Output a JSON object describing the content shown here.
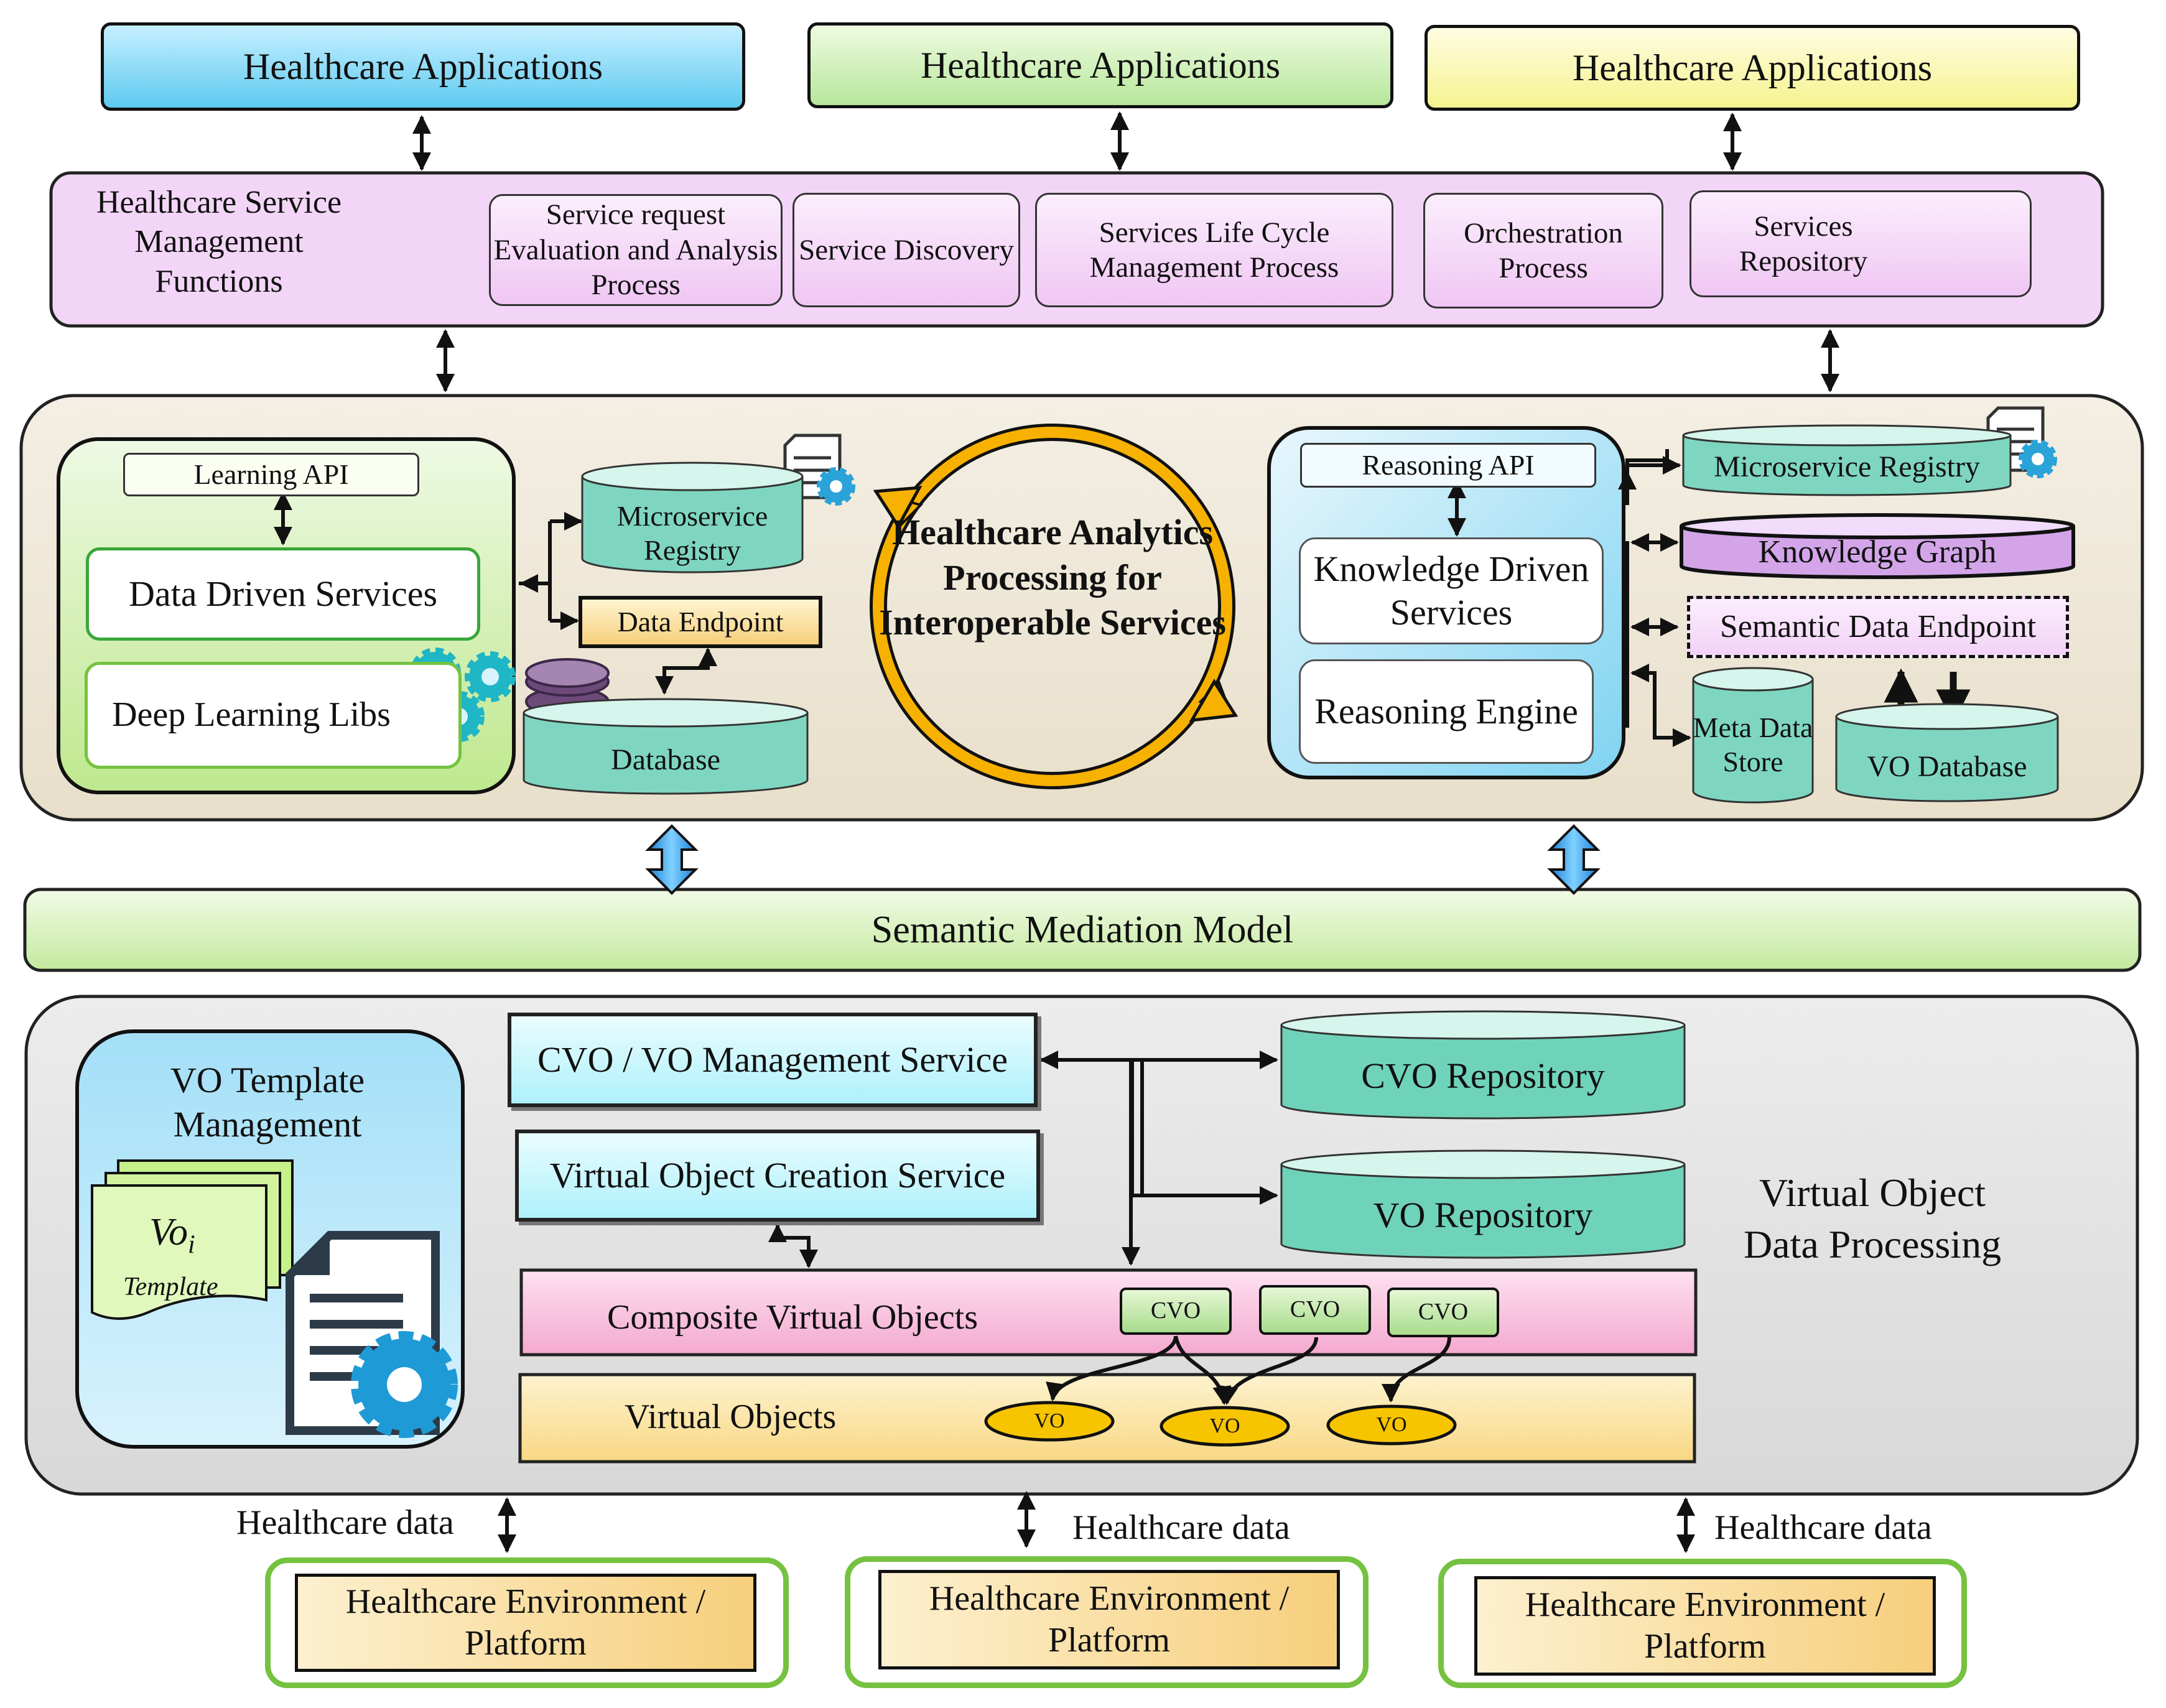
{
  "apps": [
    {
      "label": "Healthcare Applications",
      "color": "#5ecaf0"
    },
    {
      "label": "Healthcare Applications",
      "color": "#b7e79b"
    },
    {
      "label": "Healthcare Applications",
      "color": "#f5f38e"
    }
  ],
  "management": {
    "title": "Healthcare Service Management Functions",
    "modules": [
      "Service request Evaluation and Analysis Process",
      "Service Discovery",
      "Services Life Cycle Management Process",
      "Orchestration Process",
      "Services Repository"
    ]
  },
  "analytics": {
    "learning_api": "Learning API",
    "data_driven": "Data Driven Services",
    "dl_libs": "Deep Learning Libs",
    "ms_registry": "Microservice Registry",
    "data_endpoint": "Data Endpoint",
    "database": "Database",
    "center_title": "Healthcare Analytics Processing for Interoperable Services",
    "reasoning_api": "Reasoning API",
    "knowledge_driven": "Knowledge Driven Services",
    "reasoning_engine": "Reasoning Engine",
    "ms_registry_right": "Microservice Registry",
    "knowledge_graph": "Knowledge Graph",
    "semantic_endpoint": "Semantic Data Endpoint",
    "meta_store": "Meta Data Store",
    "vo_database": "VO Database"
  },
  "mediation": {
    "label": "Semantic Mediation Model"
  },
  "vo_layer": {
    "template_title": "VO Template Management",
    "template_vo": "Vo",
    "template_sub": "i",
    "template_label": "Template",
    "cvo_mgmt": "CVO / VO Management Service",
    "vo_creation": "Virtual Object Creation Service",
    "cvo_repo": "CVO Repository",
    "vo_repo": "VO Repository",
    "composite": "Composite Virtual Objects",
    "cvo_chips": [
      "CVO",
      "CVO",
      "CVO"
    ],
    "virtual_objects": "Virtual Objects",
    "vo_chips": [
      "VO",
      "VO",
      "VO"
    ],
    "side_title": "Virtual Object Data Processing"
  },
  "environments": [
    {
      "data_label": "Healthcare data",
      "env": "Healthcare Environment / Platform"
    },
    {
      "data_label": "Healthcare data",
      "env": "Healthcare Environment / Platform"
    },
    {
      "data_label": "Healthcare data",
      "env": "Healthcare Environment / Platform"
    }
  ]
}
